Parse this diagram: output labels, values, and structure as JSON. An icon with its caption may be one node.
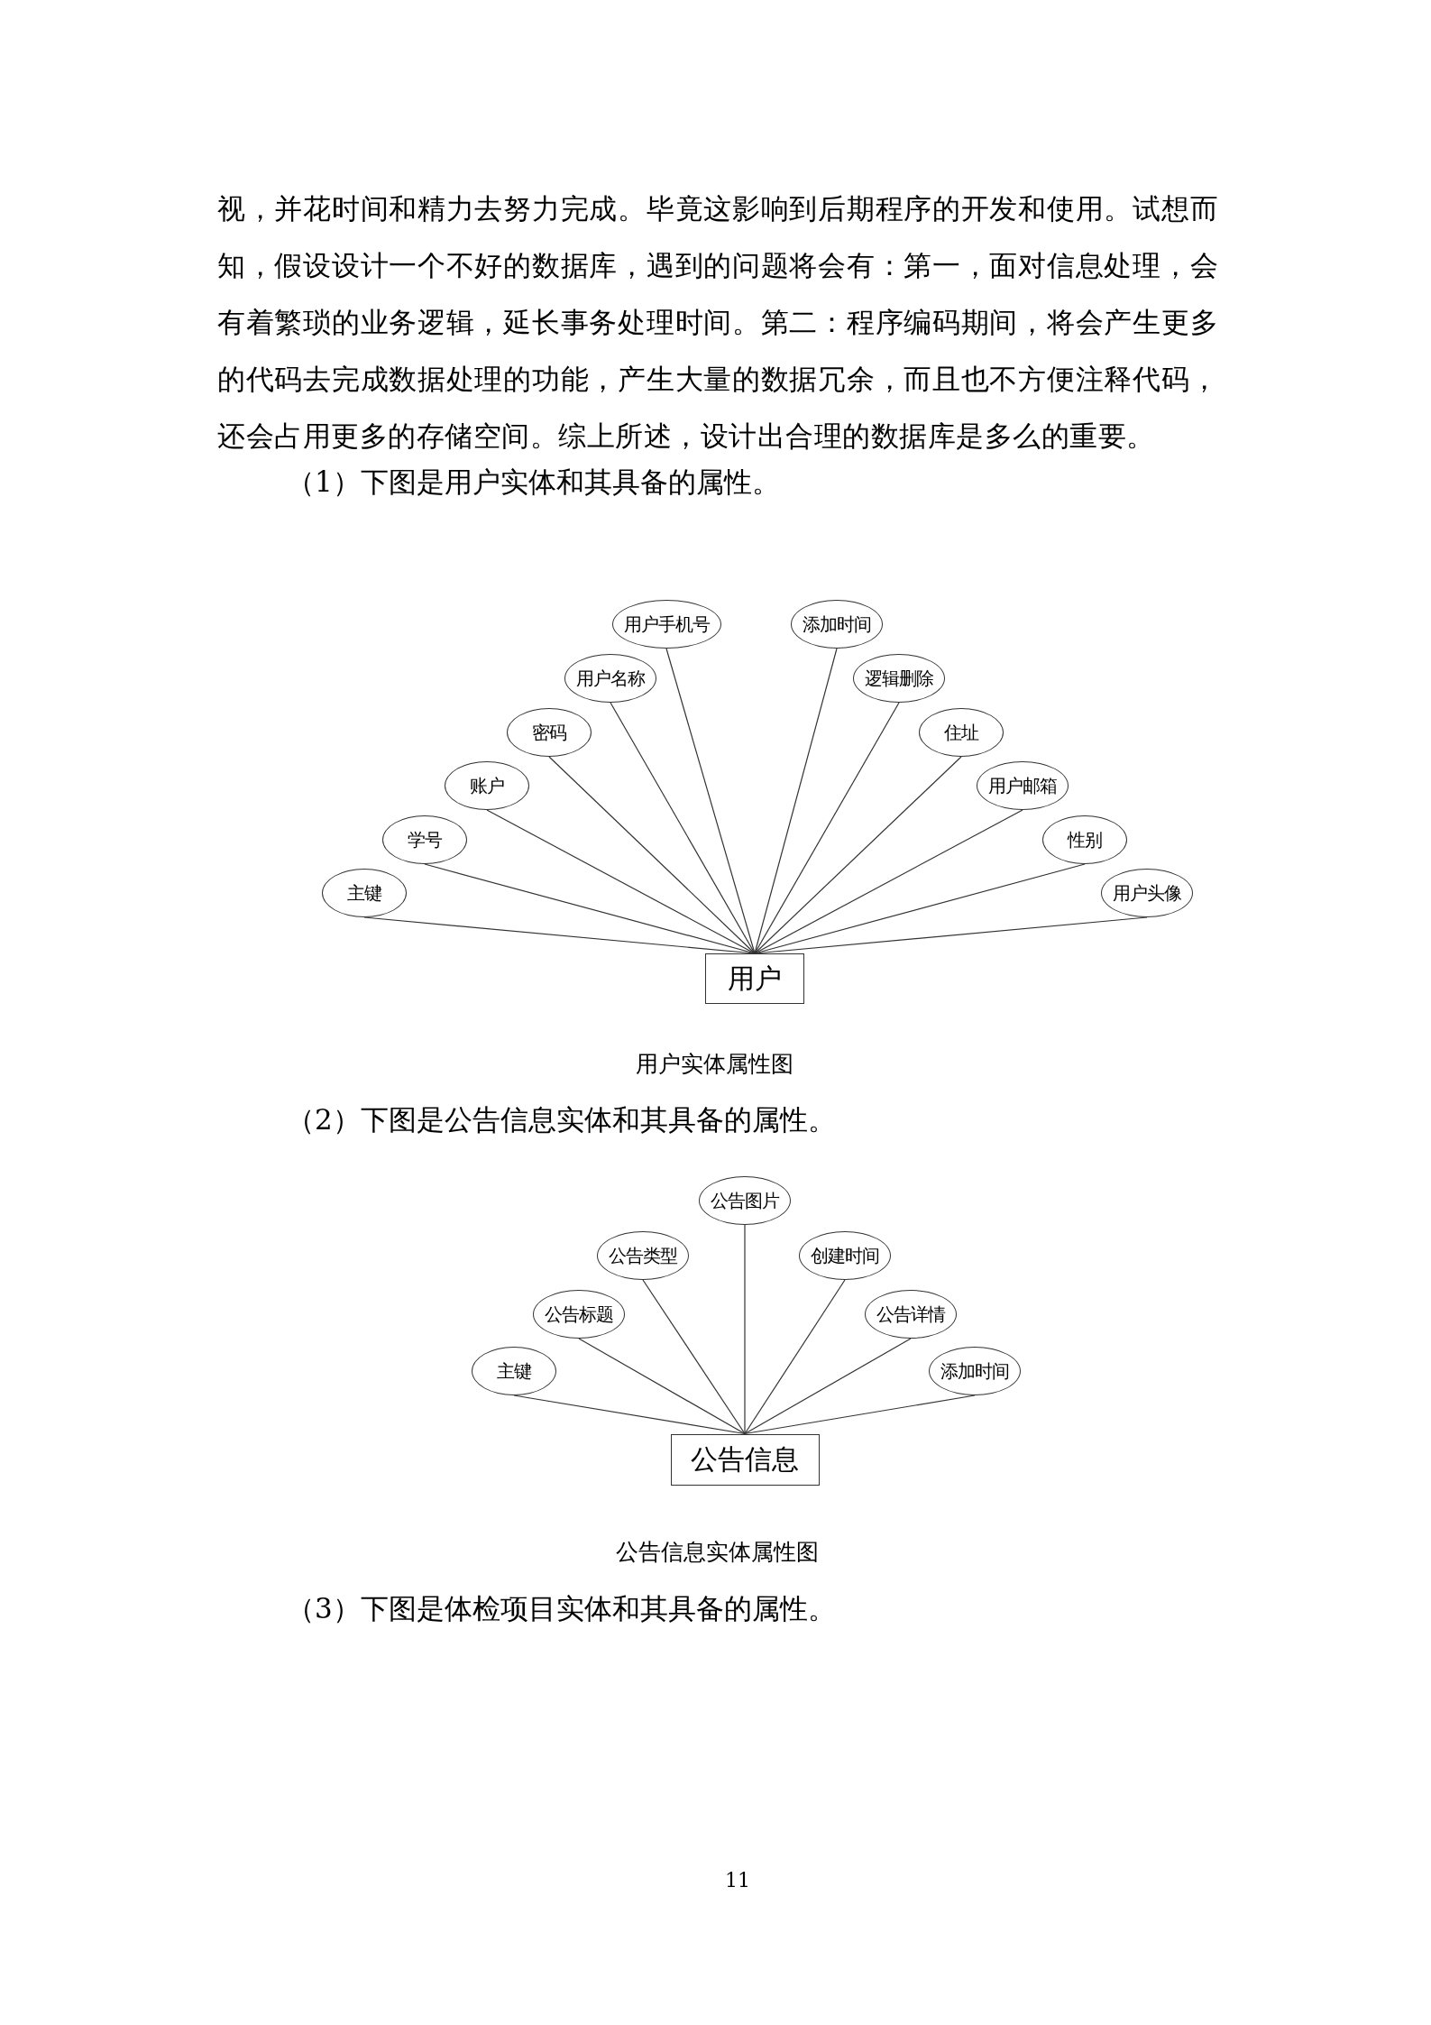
{
  "diagram": {
    "nodes": [
      {
        "text": [
          "用户"
        ]
      },
      {
        "text": [
          "主键"
        ]
      },
      {
        "text": [
          "学号"
        ]
      },
      {
        "text": [
          "账户"
        ]
      },
      {
        "text": [
          "密码"
        ]
      },
      {
        "text": [
          "用户名称"
        ]
      },
      {
        "text": [
          "用户手机号"
        ]
      },
      {
        "text": [
          "添加时间"
        ]
      },
      {
        "text": [
          "逻辑删除"
        ]
      },
      {
        "text": [
          "住址"
        ]
      },
      {
        "text": [
          "用户邮箱"
        ]
      },
      {
        "text": [
          "性别"
        ]
      },
      {
        "text": [
          "用户头像"
        ]
      },
      {
        "text": [
          "公告信息"
        ]
      },
      {
        "text": [
          "主键"
        ]
      },
      {
        "text": [
          "公告标题"
        ]
      },
      {
        "text": [
          "公告类型"
        ]
      },
      {
        "text": [
          "公告图片"
        ]
      },
      {
        "text": [
          "创建时间"
        ]
      },
      {
        "text": [
          "公告详情"
        ]
      },
      {
        "text": [
          "添加时间"
        ]
      }
    ],
    "edges": [
      {
        "from": 0,
        "to": 1,
        "arrow": "none"
      },
      {
        "from": 0,
        "to": 2,
        "arrow": "none"
      },
      {
        "from": 0,
        "to": 3,
        "arrow": "none"
      },
      {
        "from": 0,
        "to": 4,
        "arrow": "none"
      },
      {
        "from": 0,
        "to": 5,
        "arrow": "none"
      },
      {
        "from": 0,
        "to": 6,
        "arrow": "none"
      },
      {
        "from": 0,
        "to": 7,
        "arrow": "none"
      },
      {
        "from": 0,
        "to": 8,
        "arrow": "none"
      },
      {
        "from": 0,
        "to": 9,
        "arrow": "none"
      },
      {
        "from": 0,
        "to": 10,
        "arrow": "none"
      },
      {
        "from": 0,
        "to": 11,
        "arrow": "none"
      },
      {
        "from": 0,
        "to": 12,
        "arrow": "none"
      },
      {
        "from": 13,
        "to": 14,
        "arrow": "none"
      },
      {
        "from": 13,
        "to": 15,
        "arrow": "none"
      },
      {
        "from": 13,
        "to": 16,
        "arrow": "none"
      },
      {
        "from": 13,
        "to": 17,
        "arrow": "none"
      },
      {
        "from": 13,
        "to": 18,
        "arrow": "none"
      },
      {
        "from": 13,
        "to": 19,
        "arrow": "none"
      },
      {
        "from": 13,
        "to": 20,
        "arrow": "none"
      }
    ],
    "labels": [
      "视，并花时间和精力去努力完成。毕竟这影响到后期程序的开发和使用。试想而知，假设设计一个不好的数据库，遇到的问题将会有：第一，面对信息处理，会有着繁琐的业务逻辑，延长事务处理时间。第二：程序编码期间，将会产生更多的代码去完成数据处理的功能，产生大量的数据冗余，而且也不方便注释代码，还会占用更多的存储空间。综上所述，设计出合理的数据库是多么的重要。",
      "（1）下图是用户实体和其具备的属性。",
      "用户实体属性图",
      "（2）下图是公告信息实体和其具备的属性。",
      "公告信息实体属性图",
      "（3）下图是体检项目实体和其具备的属性。",
      "11"
    ]
  }
}
